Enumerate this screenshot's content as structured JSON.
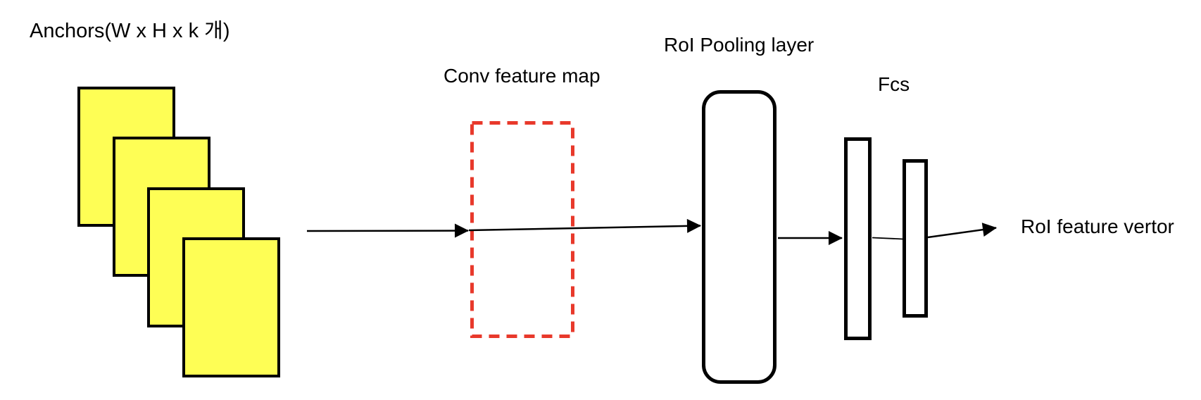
{
  "diagram": {
    "anchors": {
      "label": "Anchors(W x H x k 개)",
      "box_count": 4
    },
    "conv_feature_map": {
      "label": "Conv feature map"
    },
    "roi_pooling": {
      "label": "RoI Pooling layer"
    },
    "fcs": {
      "label": "Fcs"
    },
    "output": {
      "label": "RoI feature vertor"
    },
    "colors": {
      "anchor_fill": "#fefe55",
      "anchor_border": "#000000",
      "conv_box": "#e8392b",
      "shape_border": "#000000",
      "line": "#000000",
      "text": "#000000",
      "background": "#ffffff"
    }
  }
}
